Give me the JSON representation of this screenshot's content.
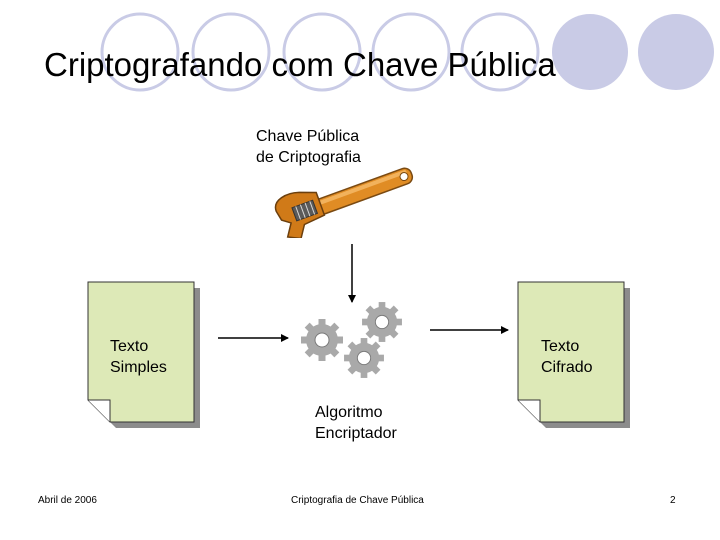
{
  "slide": {
    "title": "Criptografando com Chave Pública"
  },
  "diagram": {
    "key_label": [
      "Chave Pública",
      "de Criptografia"
    ],
    "plain_text_label": [
      "Texto",
      "Simples"
    ],
    "cipher_text_label": [
      "Texto",
      "Cifrado"
    ],
    "algorithm_label": [
      "Algoritmo",
      "Encriptador"
    ],
    "icons": {
      "key": "wrench-icon",
      "algorithm": "gears-icon",
      "document": "document-icon"
    }
  },
  "footer": {
    "date": "Abril de 2006",
    "center": "Criptografia de Chave Pública",
    "page_number": "2"
  },
  "colors": {
    "decor_circle": "#c9cbe6",
    "document_fill": "#dde9b7",
    "wrench": "#d9821e",
    "gear": "#a9a9a9"
  }
}
